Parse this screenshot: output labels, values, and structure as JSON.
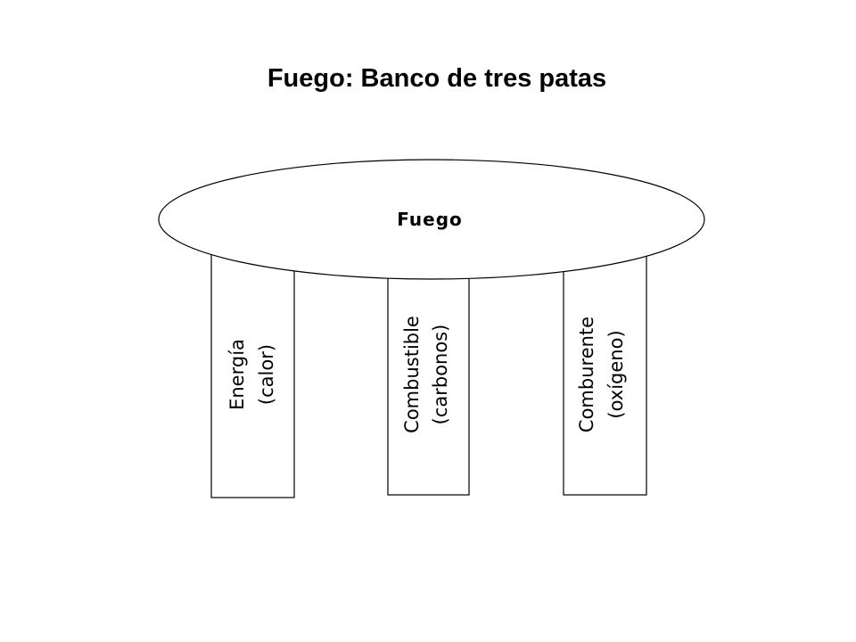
{
  "title": "Fuego: Banco de tres patas",
  "seat": {
    "label": "Fuego"
  },
  "legs": [
    {
      "name": "Energía",
      "detail": "(calor)"
    },
    {
      "name": "Combustible",
      "detail": "(carbonos)"
    },
    {
      "name": "Comburente",
      "detail": "(oxígeno)"
    }
  ],
  "colors": {
    "stroke": "#000000",
    "fill": "#ffffff"
  }
}
